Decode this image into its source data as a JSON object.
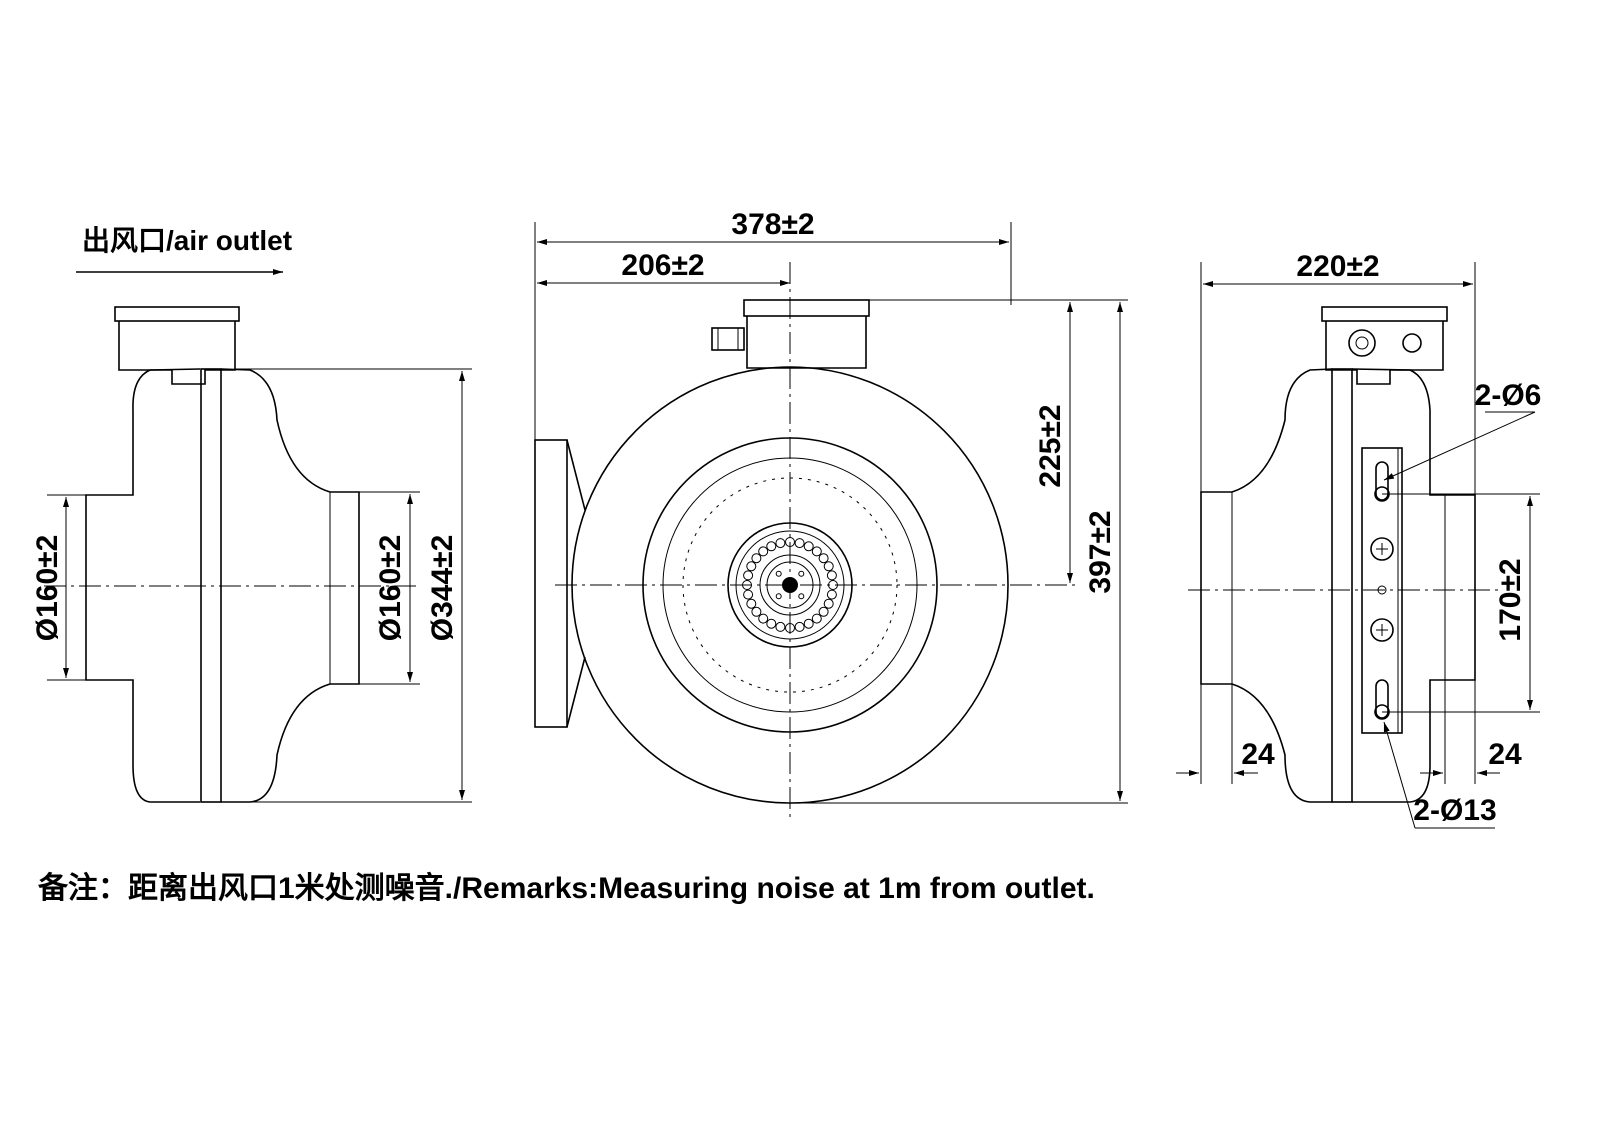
{
  "outlet_label": "出风口/air outlet",
  "remarks": "备注：距离出风口1米处测噪音./Remarks:Measuring noise at 1m from outlet.",
  "left_view": {
    "inlet_diameter": "Ø160±2",
    "outlet_diameter": "Ø160±2",
    "body_diameter": "Ø344±2"
  },
  "front_view": {
    "overall_width": "378±2",
    "center_offset": "206±2",
    "center_height": "225±2",
    "overall_height": "397±2"
  },
  "right_view": {
    "overall_width": "220±2",
    "small_holes": "2-Ø6",
    "large_holes": "2-Ø13",
    "hole_spacing": "170±2",
    "left_offset": "24",
    "right_offset": "24"
  }
}
